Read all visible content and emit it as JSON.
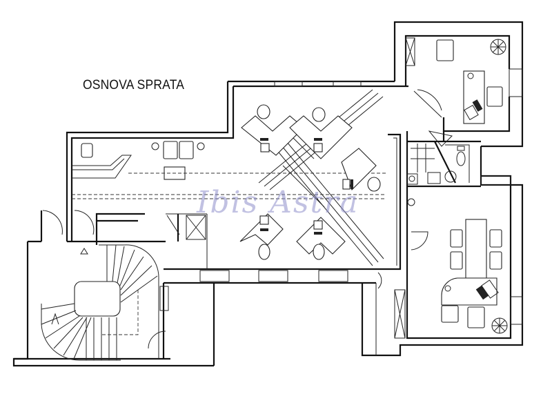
{
  "drawing": {
    "title": "OSNOVA SPRATA",
    "watermark": "Ibis Astra",
    "type": "architectural floor plan"
  },
  "rooms": [
    {
      "id": "office-top-right",
      "label": "",
      "furniture": [
        "desk",
        "armchair",
        "guest-chair",
        "plant",
        "computer"
      ]
    },
    {
      "id": "kitchenette-wc",
      "label": "",
      "furniture": [
        "sink",
        "stove",
        "toilet",
        "washbasin",
        "shower"
      ]
    },
    {
      "id": "open-office",
      "label": "",
      "furniture": [
        "workstation",
        "workstation",
        "workstation",
        "workstation",
        "workstation"
      ]
    },
    {
      "id": "reception-corridor",
      "label": "",
      "furniture": [
        "reception-desk",
        "sofa",
        "coffee-table",
        "chair"
      ]
    },
    {
      "id": "meeting-office",
      "label": "",
      "furniture": [
        "conference-table",
        "chairs",
        "executive-desk",
        "plant"
      ]
    },
    {
      "id": "staircase",
      "label": "",
      "furniture": [
        "spiral-stairs"
      ]
    },
    {
      "id": "storage",
      "label": "",
      "furniture": []
    }
  ]
}
